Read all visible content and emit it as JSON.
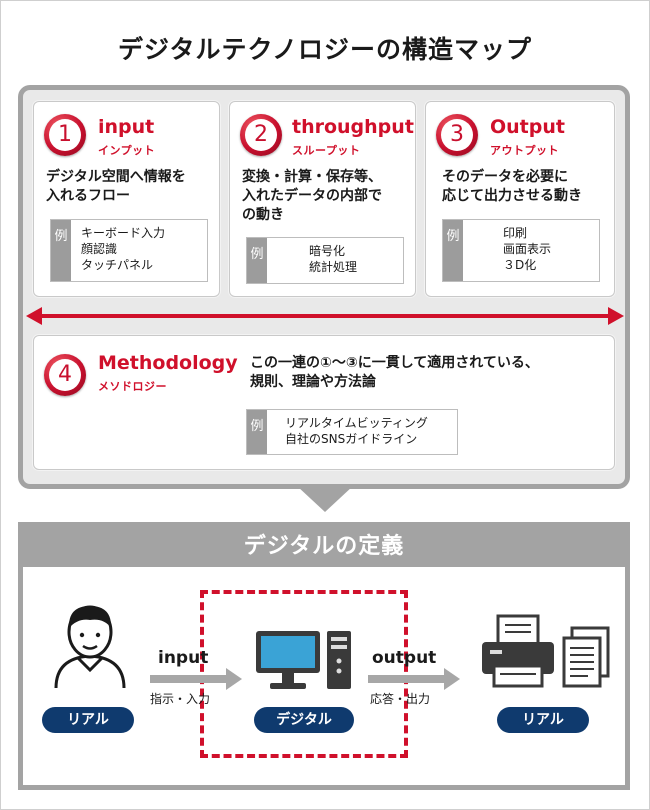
{
  "title": "デジタルテクノロジーの構造マップ",
  "colors": {
    "accent": "#d0102b",
    "frame_gray": "#a3a3a3",
    "pill_navy": "#0f3a6e"
  },
  "example_tag": "例",
  "cards": [
    {
      "num": "1",
      "en": "input",
      "ja": "インプット",
      "desc": [
        "デジタル空間へ情報を",
        "入れるフロー"
      ],
      "examples": [
        "キーボード入力",
        "顔認識",
        "タッチパネル"
      ]
    },
    {
      "num": "2",
      "en": "throughput",
      "ja": "スループット",
      "desc": [
        "変換・計算・保存等、",
        "入れたデータの内部で",
        "の動き"
      ],
      "examples": [
        "暗号化",
        "統計処理"
      ]
    },
    {
      "num": "3",
      "en": "Output",
      "ja": "アウトプット",
      "desc": [
        "そのデータを必要に",
        "応じて出力させる動き"
      ],
      "examples": [
        "印刷",
        "画面表示",
        "３D化"
      ]
    }
  ],
  "methodology": {
    "num": "4",
    "en": "Methodology",
    "ja": "メソドロジー",
    "desc": [
      "この一連の①～③に一貫して適用されている、",
      "規則、理論や方法論"
    ],
    "examples": [
      "リアルタイムビッティング",
      "自社のSNSガイドライン"
    ]
  },
  "definition": {
    "title": "デジタルの定義",
    "left_label": "リアル",
    "center_label": "デジタル",
    "right_label": "リアル",
    "input_label": "input",
    "input_sub": "指示・入力",
    "output_label": "output",
    "output_sub": "応答・出力",
    "icons": [
      "person-icon",
      "computer-icon",
      "printer-icon",
      "documents-icon"
    ]
  }
}
